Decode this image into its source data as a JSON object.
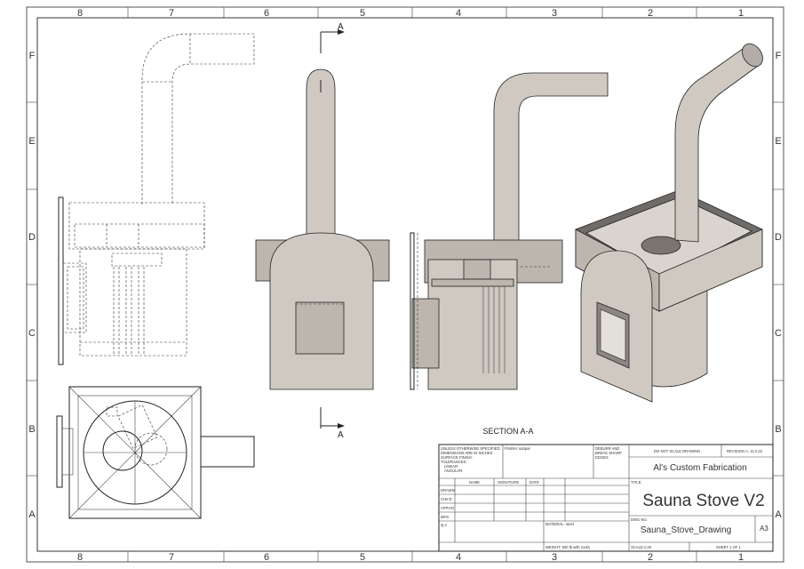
{
  "border": {
    "columns": [
      "8",
      "7",
      "6",
      "5",
      "4",
      "3",
      "2",
      "1"
    ],
    "rows": [
      "F",
      "E",
      "D",
      "C",
      "B",
      "A"
    ]
  },
  "views": {
    "section_label": "SECTION A-A",
    "cut_letter": "A"
  },
  "title_block": {
    "tolerance_note": [
      "UNLESS OTHERWISE SPECIFIED:",
      "DIMENSIONS ARE IN INCHES",
      "SURFACE FINISH:",
      "TOLERANCES:",
      "LINEAR:",
      "ANGULAR:"
    ],
    "finish": "FINISH: subpar",
    "deburr": [
      "DEBURR AND",
      "BREAK SHARP",
      "EDGES"
    ],
    "do_not_scale": "DO NOT SCALE DRAWING",
    "revision": "REVISION A, 12.2.22",
    "company": "Al's Custom Fabrication",
    "col_headers": [
      "NAME",
      "SIGNATURE",
      "DATE"
    ],
    "row_labels": [
      "DRAWN",
      "CHK'D",
      "APPV'D",
      "MFG",
      "Q.A"
    ],
    "title_label": "TITLE:",
    "title": "Sauna Stove V2",
    "material": "MATERIAL: steel",
    "weight": "WEIGHT: 500 lb with rocks",
    "dwg_label": "DWG NO.",
    "dwg_no": "Sauna_Stove_Drawing",
    "size": "A3",
    "scale": "SCALE:1:20",
    "sheet": "SHEET 1 OF 1"
  }
}
